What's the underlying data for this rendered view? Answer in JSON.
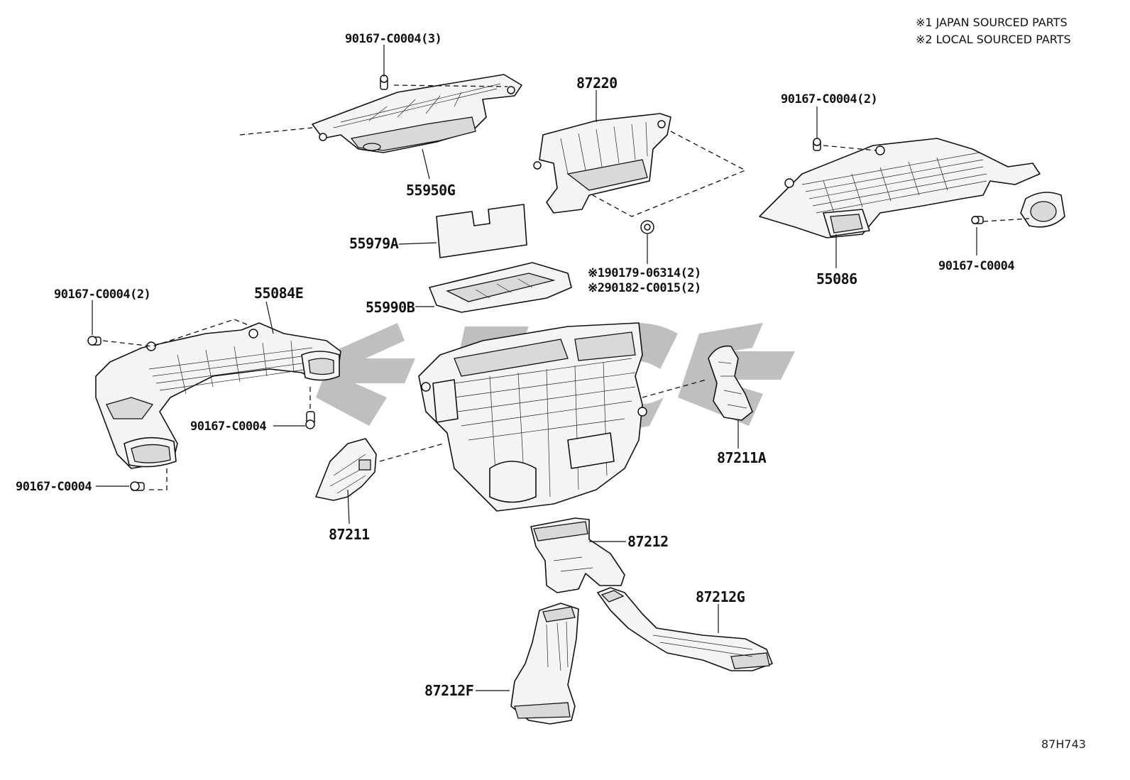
{
  "notes": {
    "note1": "※1 JAPAN SOURCED PARTS",
    "note2": "※2 LOCAL SOURCED PARTS"
  },
  "drawing_number": "87H743",
  "labels": {
    "p55950g": "55950G",
    "p55950g_bolt": "90167-C0004(3)",
    "p87220": "87220",
    "p55979a": "55979A",
    "p55990b": "55990B",
    "p90179": "※190179-06314(2)",
    "p90182": "※290182-C0015(2)",
    "p55086": "55086",
    "p55086_bolt_top": "90167-C0004(2)",
    "p55086_bolt_right": "90167-C0004",
    "p55084e": "55084E",
    "p55084e_bolt_top": "90167-C0004(2)",
    "p55084e_bolt_mid": "90167-C0004",
    "p55084e_bolt_low": "90167-C0004",
    "p87211a": "87211A",
    "p87211": "87211",
    "p87212": "87212",
    "p87212g": "87212G",
    "p87212f": "87212F"
  }
}
